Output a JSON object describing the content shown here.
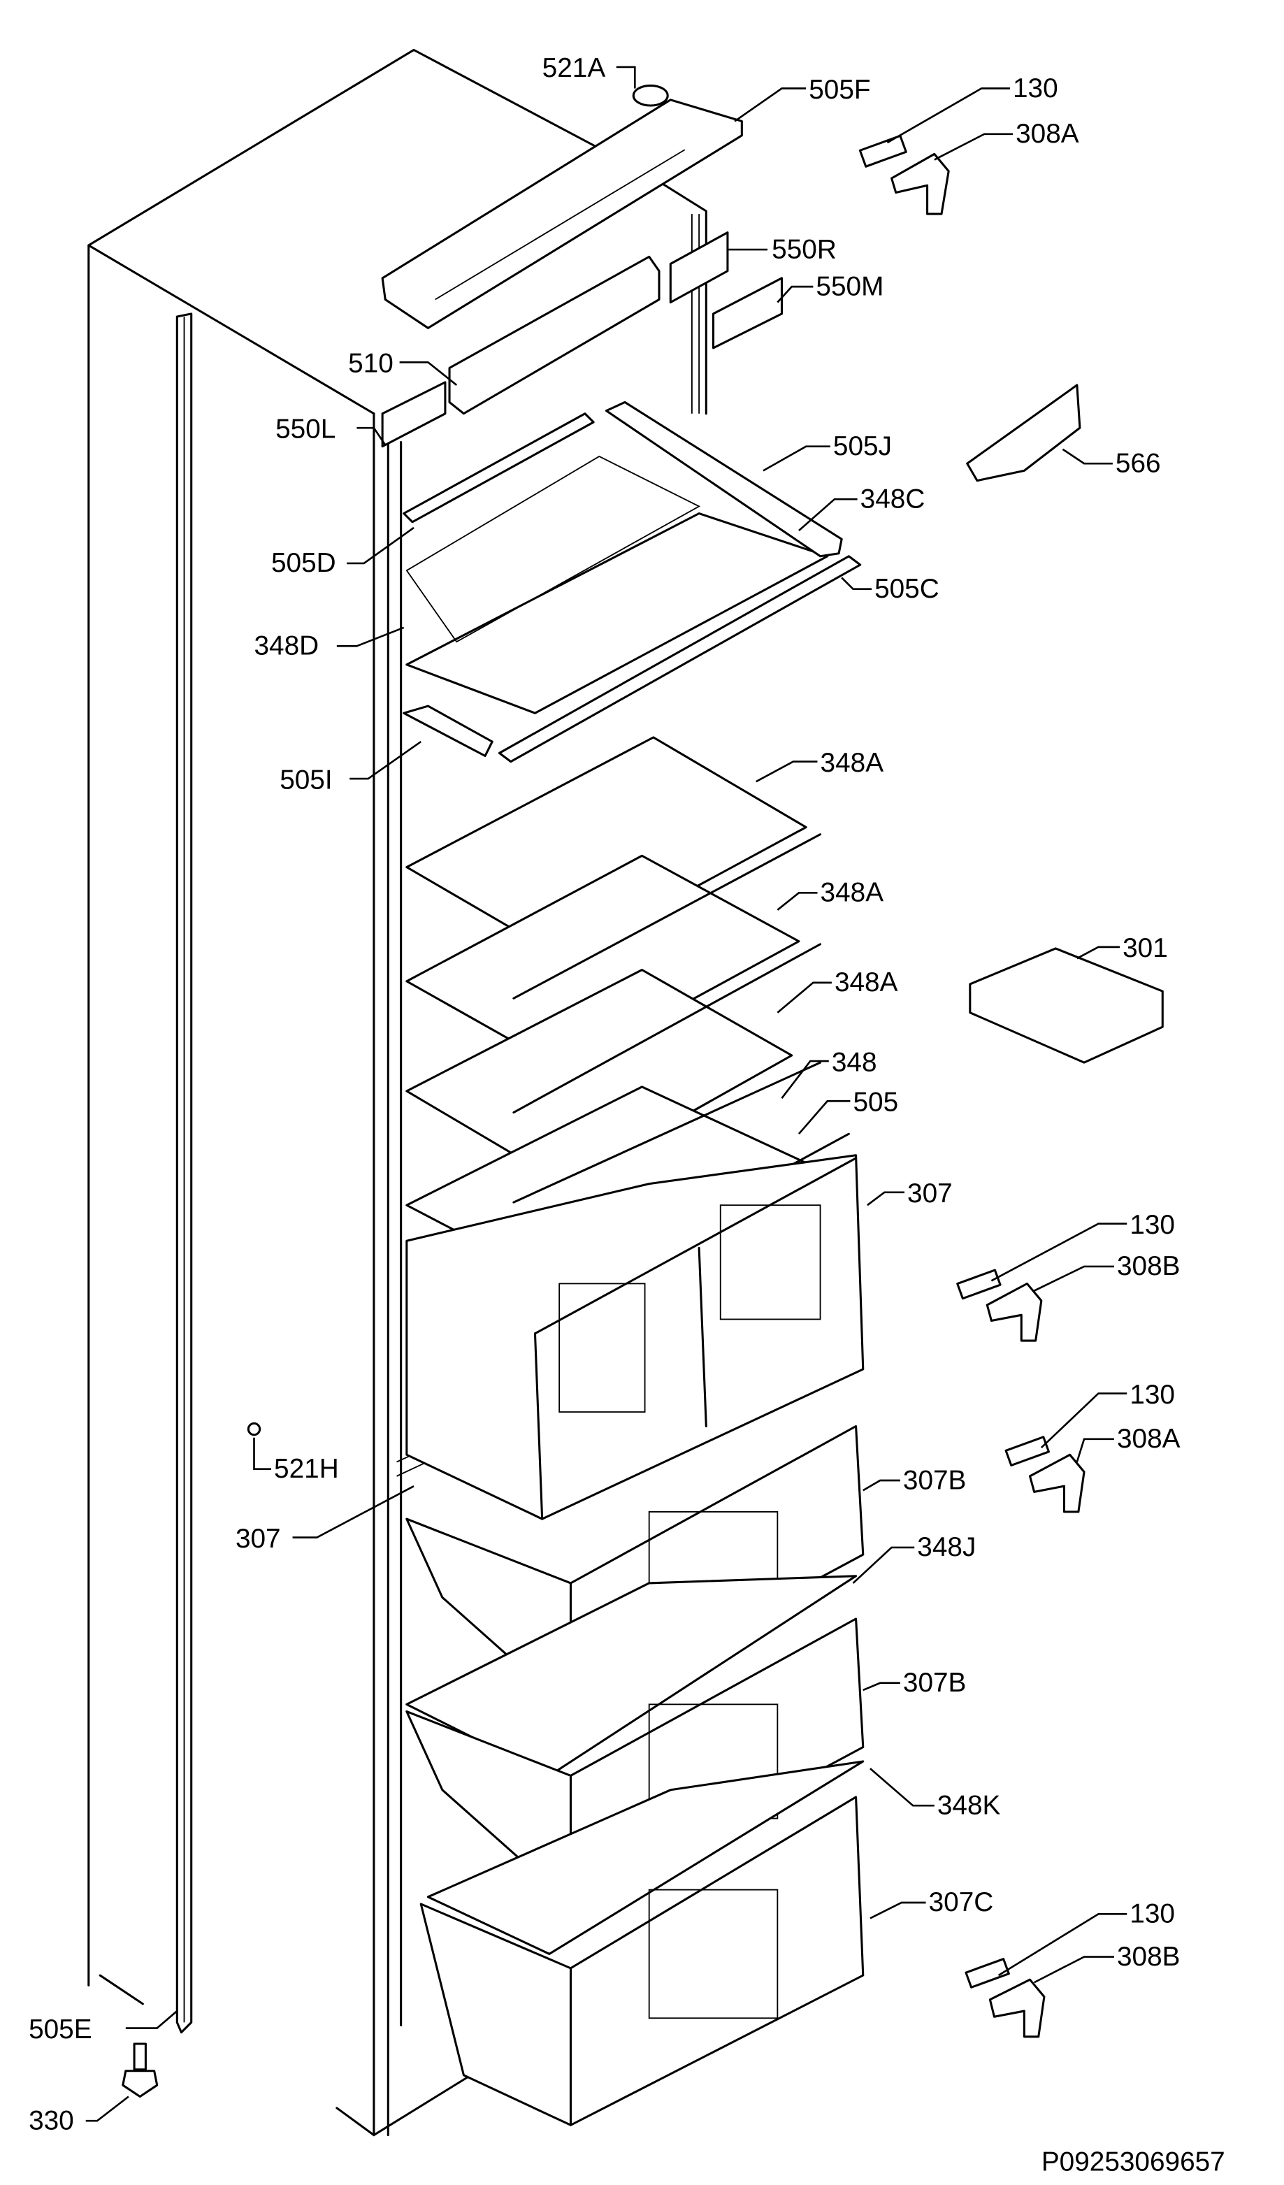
{
  "diagram": {
    "title": "Exploded parts diagram - refrigerator/freezer interior",
    "reference_code": "P09253069657",
    "callouts": [
      "521A",
      "505F",
      "130",
      "308A",
      "550R",
      "550M",
      "510",
      "550L",
      "505J",
      "566",
      "348C",
      "505D",
      "505C",
      "348D",
      "505I",
      "348A",
      "348A",
      "348A",
      "301",
      "348",
      "505",
      "307",
      "130",
      "308B",
      "130",
      "308A",
      "521H",
      "307",
      "307B",
      "348J",
      "307B",
      "348K",
      "307C",
      "130",
      "308B",
      "505E",
      "330"
    ]
  }
}
